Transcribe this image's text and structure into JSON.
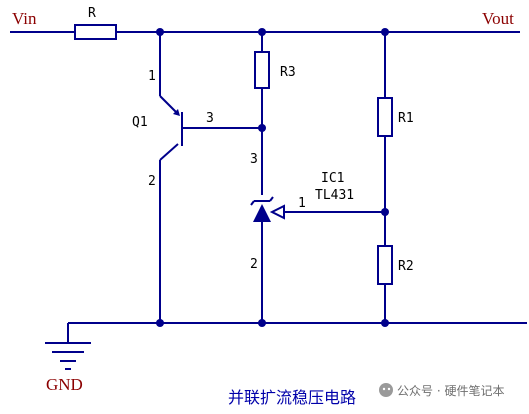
{
  "nets": {
    "vin": "Vin",
    "vout": "Vout",
    "gnd": "GND"
  },
  "components": {
    "r_series": {
      "ref": "R"
    },
    "q1": {
      "ref": "Q1",
      "pin_base": "3",
      "pin_top": "1",
      "pin_bottom": "2"
    },
    "r3": {
      "ref": "R3"
    },
    "ic1": {
      "ref": "IC1",
      "part": "TL431",
      "pin_top": "3",
      "pin_bottom": "2",
      "pin_ref": "1"
    },
    "r1": {
      "ref": "R1"
    },
    "r2": {
      "ref": "R2"
    }
  },
  "caption": "并联扩流稳压电路",
  "watermark": {
    "icon": "wechat-icon",
    "text": "公众号 · 硬件笔记本"
  },
  "colors": {
    "wire": "#00008b",
    "net_label": "#8b0000",
    "caption": "#0000aa",
    "background": "#ffffff"
  }
}
